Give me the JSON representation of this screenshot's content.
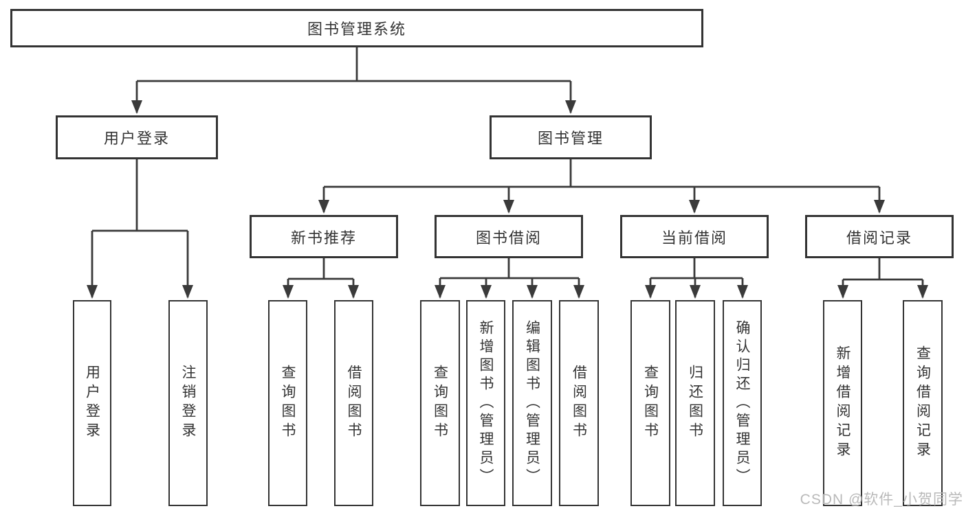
{
  "diagram": {
    "type": "tree",
    "colors": {
      "line": "#3a3a3a",
      "box_border": "#333333",
      "text": "#333333",
      "background": "#ffffff",
      "watermark_text_color": "#b9b9b9"
    },
    "tree": {
      "label": "图书管理系统",
      "children": [
        {
          "label": "用户登录",
          "children": [
            {
              "label": "用户登录"
            },
            {
              "label": "注销登录"
            }
          ]
        },
        {
          "label": "图书管理",
          "children": [
            {
              "label": "新书推荐",
              "children": [
                {
                  "label": "查询图书"
                },
                {
                  "label": "借阅图书"
                }
              ]
            },
            {
              "label": "图书借阅",
              "children": [
                {
                  "label": "查询图书"
                },
                {
                  "label": "新增图书（管理员）"
                },
                {
                  "label": "编辑图书（管理员）"
                },
                {
                  "label": "借阅图书"
                }
              ]
            },
            {
              "label": "当前借阅",
              "children": [
                {
                  "label": "查询图书"
                },
                {
                  "label": "归还图书"
                },
                {
                  "label": "确认归还（管理员）"
                }
              ]
            },
            {
              "label": "借阅记录",
              "children": [
                {
                  "label": "新增借阅记录"
                },
                {
                  "label": "查询借阅记录"
                }
              ]
            }
          ]
        }
      ]
    },
    "watermark": "CSDN @软件_小贺同学"
  }
}
